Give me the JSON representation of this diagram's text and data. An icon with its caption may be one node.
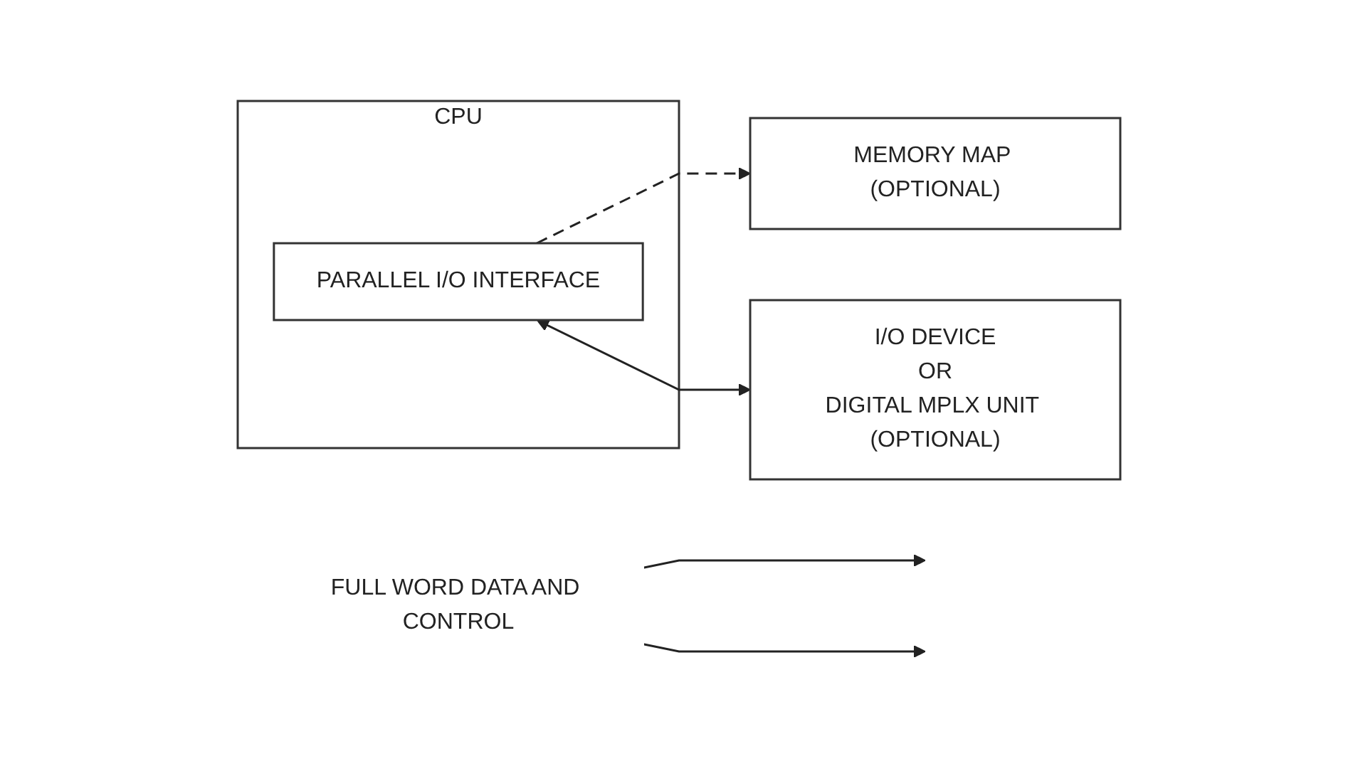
{
  "diagram": {
    "nodes": [
      {
        "text": [
          "CPU"
        ]
      },
      {
        "text": [
          "PARALLEL I/O INTERFACE"
        ],
        "in": 0
      },
      {
        "text": [
          "MEMORY MAP (OPTIONAL)"
        ]
      },
      {
        "text": [
          "I/O DEVICE",
          "OR",
          "DIGITAL MPLX UNIT (OPTIONAL)"
        ]
      },
      {
        "text": [
          "FULL WORD DATA AND CONTROL"
        ]
      }
    ],
    "edges": [
      {
        "from": 1,
        "to": 2,
        "arrow": "to",
        "style": "dashed"
      },
      {
        "from": 1,
        "to": 3,
        "arrow": "both"
      },
      {
        "from": 4,
        "to": null,
        "arrow": "to"
      },
      {
        "from": 4,
        "to": null,
        "arrow": "to"
      }
    ]
  }
}
